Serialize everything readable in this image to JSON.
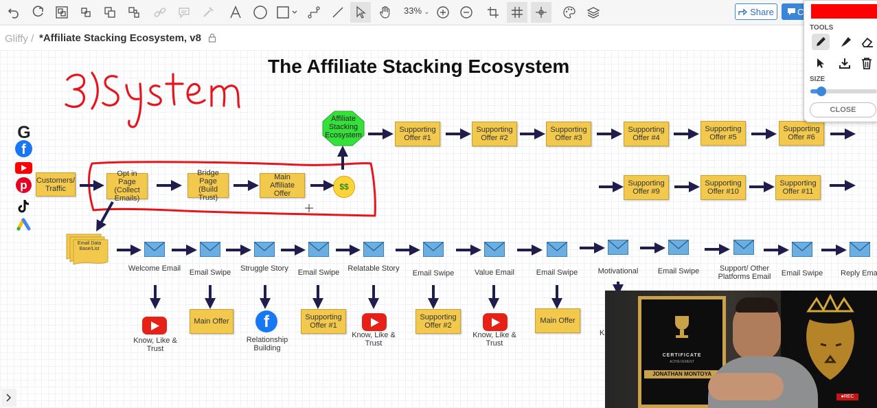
{
  "toolbar": {
    "zoom": "33%",
    "share_label": "Share",
    "share2_label": "C"
  },
  "breadcrumb": {
    "root": "Gliffy",
    "separator": " / "
  },
  "document": {
    "title": "*Affiliate Stacking Ecosystem, v8"
  },
  "diagram": {
    "title": "The Affiliate Stacking Ecosystem",
    "handwriting": "3)System",
    "customers": "Customers/ Traffic",
    "funnel": [
      "Opt in Page (Collect Emails)",
      "Bridge Page (Build Trust)",
      "Main Affiliate Offer"
    ],
    "ecosystem": "Affiliate Stacking Ecosystem",
    "supporting_row1": [
      "Supporting Offer #1",
      "Supporting Offer #2",
      "Supporting Offer #3",
      "Supporting Offer #4",
      "Supporting Offer #5",
      "Supporting Offer #6"
    ],
    "supporting_row2": [
      "Supporting Offer #9",
      "Supporting Offer #10",
      "Supporting Offer #11"
    ],
    "email_db": "Email Data Base/List",
    "emails": [
      "Welcome Email",
      "Email Swipe",
      "Struggle Story",
      "Email Swipe",
      "Relatable Story",
      "Email Swipe",
      "Value Email",
      "Email Swipe",
      "Motivational",
      "Email Swipe",
      "Support/ Other Platforms Email",
      "Email Swipe",
      "Reply Ema"
    ],
    "outcomes": {
      "welcome": "Know, Like & Trust",
      "swipe1": "Main Offer",
      "struggle": "Relationship Building",
      "swipe2": "Supporting Offer #1",
      "relatable": "Know, Like & Trust",
      "swipe3": "Supporting Offer #2",
      "value": "Know, Like & Trust",
      "swipe4": "Main Offer",
      "motivational_partial": "K"
    }
  },
  "panel": {
    "tools_label": "TOOLS",
    "size_label": "SIZE",
    "close_label": "CLOSE",
    "color": "#ff0000",
    "size_level": 0.13
  },
  "video": {
    "certificate_title": "CERTIFICATE",
    "certificate_sub": "ACHIEVEMENT",
    "certificate_name": "JONATHAN MONTOYA",
    "channel_badge": "●REC"
  },
  "colors": {
    "offer_box": "#f2c94c",
    "arrow": "#1f1d4d",
    "annotation": "#e8141c",
    "ecosystem": "#35e03a",
    "envelope": "#6aaee2"
  }
}
